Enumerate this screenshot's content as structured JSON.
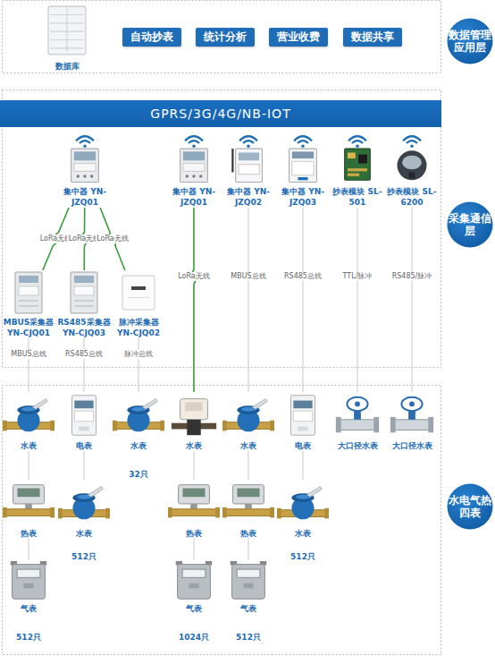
{
  "diagram": {
    "nodes": [
      {
        "text": [
          "数据库"
        ]
      },
      {
        "text": [
          "自动抄表"
        ]
      },
      {
        "text": [
          "统计分析"
        ]
      },
      {
        "text": [
          "营业收费"
        ]
      },
      {
        "text": [
          "数据共享"
        ]
      },
      {
        "text": [
          "数据管理应用层"
        ]
      },
      {
        "text": [
          "GPRS/3G/4G/NB-IOT"
        ]
      },
      {
        "text": [
          "集中器 YN-JZQ01"
        ]
      },
      {
        "text": [
          "集中器 YN-JZQ01"
        ]
      },
      {
        "text": [
          "集中器 YN-JZQ02"
        ]
      },
      {
        "text": [
          "集中器 YN-JZQ03"
        ]
      },
      {
        "text": [
          "抄表模块 SL-501"
        ]
      },
      {
        "text": [
          "抄表模块 SL-6200"
        ]
      },
      {
        "text": [
          "采集通信层"
        ]
      },
      {
        "text": [
          "MBUS采集器 YN-CJQ01"
        ]
      },
      {
        "text": [
          "RS485采集器 YN-CJQ03"
        ]
      },
      {
        "text": [
          "脉冲采集器 YN-CJQ02"
        ]
      },
      {
        "text": [
          "水表"
        ]
      },
      {
        "text": [
          "电表"
        ]
      },
      {
        "text": [
          "水表"
        ]
      },
      {
        "text": [
          "水表"
        ]
      },
      {
        "text": [
          "水表"
        ]
      },
      {
        "text": [
          "电表"
        ]
      },
      {
        "text": [
          "大口径水表"
        ]
      },
      {
        "text": [
          "大口径水表"
        ]
      },
      {
        "text": [
          "水电气热四表"
        ]
      },
      {
        "text": [
          "热表"
        ]
      },
      {
        "text": [
          "水表"
        ]
      },
      {
        "text": [
          "热表"
        ]
      },
      {
        "text": [
          "热表"
        ]
      },
      {
        "text": [
          "水表"
        ]
      },
      {
        "text": [
          "气表"
        ]
      },
      {
        "text": [
          "气表"
        ]
      },
      {
        "text": [
          "气表"
        ]
      }
    ],
    "edges": [
      {
        "from": 7,
        "to": 14,
        "label": "LoRa无线",
        "arrow": "none"
      },
      {
        "from": 7,
        "to": 15,
        "label": "LoRa无线",
        "arrow": "none"
      },
      {
        "from": 7,
        "to": 16,
        "label": "LoRa无线",
        "arrow": "none"
      },
      {
        "from": 14,
        "to": 17,
        "label": "MBUS总线",
        "arrow": "none"
      },
      {
        "from": 15,
        "to": 18,
        "label": "RS485总线",
        "arrow": "none"
      },
      {
        "from": 16,
        "to": 19,
        "label": "脉冲总线",
        "arrow": "none"
      },
      {
        "from": 8,
        "to": 20,
        "label": "LoRa无线",
        "arrow": "none"
      },
      {
        "from": 9,
        "to": 21,
        "label": "MBUS总线",
        "arrow": "none"
      },
      {
        "from": 10,
        "to": 22,
        "label": "RS485总线",
        "arrow": "none"
      },
      {
        "from": 11,
        "to": 23,
        "label": "TTL/脉冲",
        "arrow": "none"
      },
      {
        "from": 12,
        "to": 24,
        "label": "RS485/脉冲",
        "arrow": "none"
      },
      {
        "from": 17,
        "to": 26,
        "arrow": "none"
      },
      {
        "from": 26,
        "to": 31,
        "arrow": "none"
      },
      {
        "from": 18,
        "to": 27,
        "arrow": "none"
      },
      {
        "from": 20,
        "to": 28,
        "arrow": "none"
      },
      {
        "from": 28,
        "to": 32,
        "arrow": "none"
      },
      {
        "from": 21,
        "to": 29,
        "arrow": "none"
      },
      {
        "from": 29,
        "to": 33,
        "arrow": "none"
      },
      {
        "from": 22,
        "to": 30,
        "arrow": "none"
      }
    ],
    "labels": [
      "32只",
      "512只",
      "512只",
      "512只",
      "1024只",
      "512只"
    ]
  }
}
